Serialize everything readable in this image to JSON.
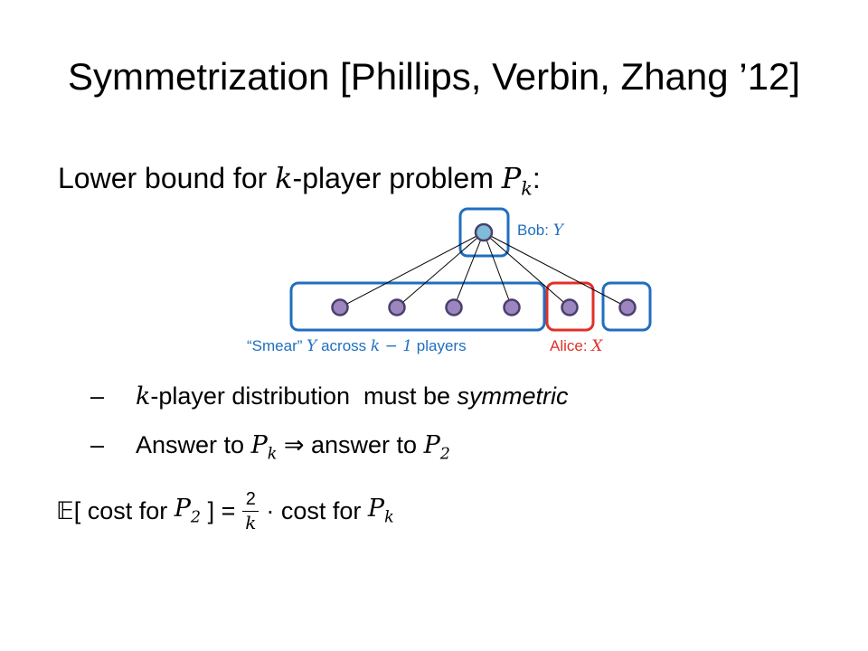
{
  "slide": {
    "title": "Symmetrization [Phillips, Verbin, Zhang ’12]",
    "heading_prefix": "Lower bound for ",
    "heading_var": "k",
    "heading_mid": "-player problem ",
    "heading_P": "P",
    "heading_P_sub": "k",
    "heading_suffix": ":"
  },
  "diagram": {
    "bob_prefix": "Bob: ",
    "bob_var": "Y",
    "smear_prefix": "“Smear” ",
    "smear_var": "Y",
    "smear_mid": " across ",
    "smear_expr": "k − 1",
    "smear_suffix": " players",
    "alice_prefix": "Alice: ",
    "alice_var": "X",
    "colors": {
      "blue": "#1f6fbf",
      "red": "#e0302a",
      "leaf_node": "#9b86c0",
      "root_node": "#7fbcd8",
      "node_stroke": "#4a3f6b"
    }
  },
  "bullets": [
    {
      "dash": "–",
      "var": "k",
      "text1": "-player distribution  must be ",
      "emph": "symmetric"
    },
    {
      "dash": "–",
      "text1": "Answer to ",
      "P1": "P",
      "P1_sub": "k",
      "arrow": " ⇒ ",
      "text2": "answer to ",
      "P2": "P",
      "P2_sub": "2"
    }
  ],
  "formula": {
    "E": "𝔼",
    "open": "[ cost for ",
    "P": "P",
    "P_sub": "2",
    "close": " ] =",
    "frac_num": "2",
    "frac_den": "k",
    "dot": "·",
    "rest": " cost for ",
    "P2": "P",
    "P2_sub": "k"
  }
}
